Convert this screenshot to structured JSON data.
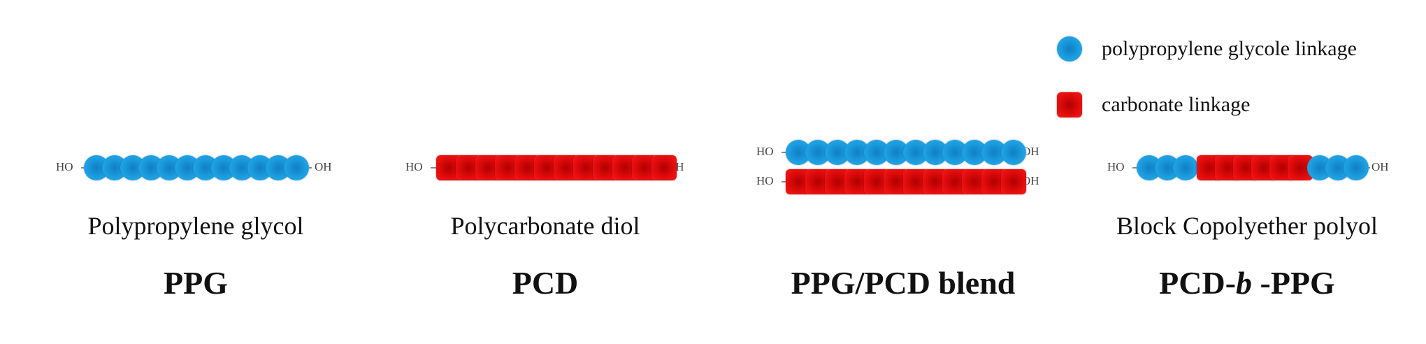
{
  "legend": {
    "ppg_label": "polypropylene glycole linkage",
    "carbonate_label": "carbonate linkage",
    "ppg_color": "#1c9ee0",
    "carbonate_color": "#e20b0b"
  },
  "end_groups": {
    "left": "HO",
    "right": "OH"
  },
  "panels": [
    {
      "caption": "Polypropylene glycol",
      "label": "PPG",
      "chain": "circle x 12"
    },
    {
      "caption": "Polycarbonate diol",
      "label": "PCD",
      "chain": "square x 12"
    },
    {
      "caption": "",
      "label": "PPG/PCD blend",
      "chain": "circle x 12 + square x 12"
    },
    {
      "caption": "Block Copolyether polyol",
      "label_prefix": "PCD-",
      "label_italic": "b",
      "label_suffix": " -PPG",
      "chain": "circle x 3, square x 6, circle x 3"
    }
  ]
}
